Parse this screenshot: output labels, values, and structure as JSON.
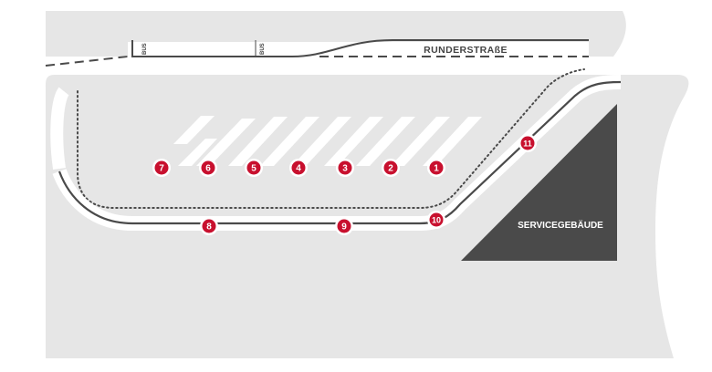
{
  "map": {
    "street_name": "RUNDERSTRAßE",
    "bus_lane_labels": [
      "BUS",
      "BUS"
    ],
    "building_label": "SERVICEGEBÄUDE",
    "colors": {
      "ground": "#e6e6e6",
      "road": "#ffffff",
      "line": "#4a4a4a",
      "building": "#4a4a4a",
      "stop_marker": "#c8102e",
      "stop_ring": "#ffffff"
    }
  },
  "stops": [
    {
      "number": "1",
      "label": "1"
    },
    {
      "number": "2",
      "label": "2"
    },
    {
      "number": "3",
      "label": "3"
    },
    {
      "number": "4",
      "label": "4"
    },
    {
      "number": "5",
      "label": "5"
    },
    {
      "number": "6",
      "label": "6"
    },
    {
      "number": "7",
      "label": "7"
    },
    {
      "number": "8",
      "label": "8"
    },
    {
      "number": "9",
      "label": "9"
    },
    {
      "number": "10",
      "label": "10"
    },
    {
      "number": "11",
      "label": "11"
    }
  ]
}
